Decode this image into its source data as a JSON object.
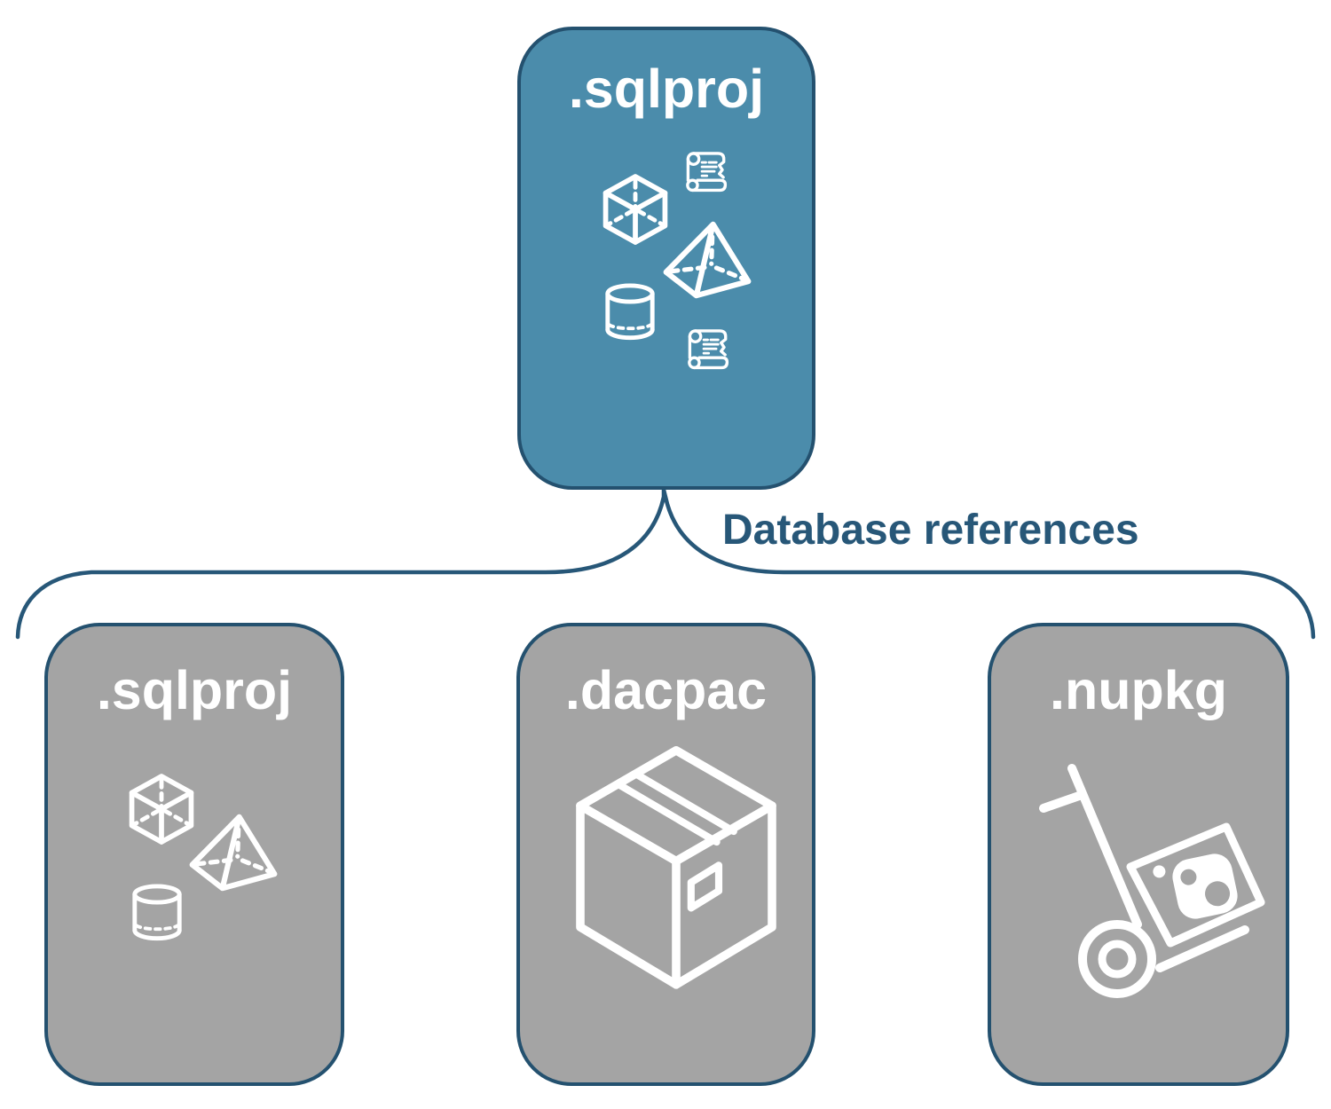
{
  "diagram": {
    "parent": {
      "label": ".sqlproj"
    },
    "connector": {
      "label": "Database references"
    },
    "children": [
      {
        "label": ".sqlproj"
      },
      {
        "label": ".dacpac"
      },
      {
        "label": ".nupkg"
      }
    ]
  },
  "icons": {
    "parent": [
      "cube-icon",
      "scroll-icon",
      "pyramid-icon",
      "cylinder-icon",
      "scroll-icon"
    ],
    "child_sqlproj": [
      "cube-icon",
      "pyramid-icon",
      "cylinder-icon"
    ],
    "child_dacpac": [
      "package-box-icon"
    ],
    "child_nupkg": [
      "hand-truck-icon",
      "nuget-package-icon"
    ]
  },
  "colors": {
    "parent_fill": "#4B8CAB",
    "child_fill": "#A4A4A4",
    "stroke": "#24516F",
    "connector_text": "#275778",
    "icon_color": "#FFFFFF"
  }
}
